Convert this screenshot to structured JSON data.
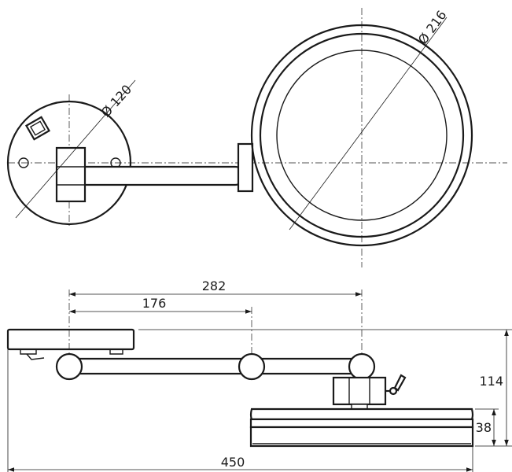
{
  "diameters": {
    "wall_plate": "Ø 120",
    "mirror": "Ø 216"
  },
  "dimensions": {
    "span_long": "282",
    "span_short": "176",
    "total_length": "450",
    "height": "114",
    "mirror_thickness": "38"
  }
}
